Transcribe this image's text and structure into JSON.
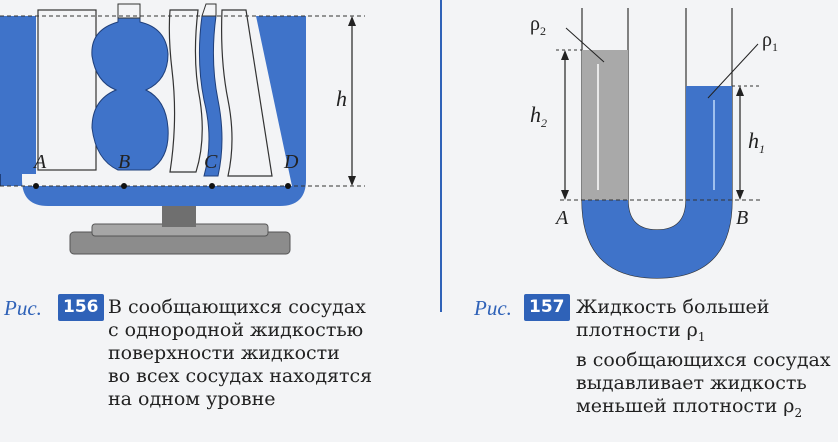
{
  "figure156": {
    "points": [
      "A",
      "B",
      "C",
      "D"
    ],
    "height_label": "h",
    "caption_prefix": "Рис.",
    "caption_number": "156",
    "caption_lines": [
      "В сообщающихся сосудах",
      "с однородной жидкостью",
      "поверхности жидкости",
      "во всех сосудах находятся",
      "на одном уровне"
    ]
  },
  "figure157": {
    "rho2_symbol": "ρ",
    "rho2_sub": "2",
    "rho1_symbol": "ρ",
    "rho1_sub": "1",
    "h2_symbol": "h",
    "h2_sub": "2",
    "h1_symbol": "h",
    "h1_sub": "1",
    "point_left": "A",
    "point_right": "B",
    "caption_prefix": "Рис.",
    "caption_number": "157",
    "caption_line1": "Жидкость большей",
    "caption_line2_text": "плотности ρ",
    "caption_line2_sub": "1",
    "caption_line3": "в сообщающихся сосудах",
    "caption_line4": "выдавливает жидкость",
    "caption_line5_text": "меньшей плотности ρ",
    "caption_line5_sub": "2"
  },
  "colors": {
    "liquid_blue": "#3f73c9",
    "light_liquid": "#a9a9a9",
    "accent": "#2f62b8",
    "stand": "#8e8e8e"
  }
}
